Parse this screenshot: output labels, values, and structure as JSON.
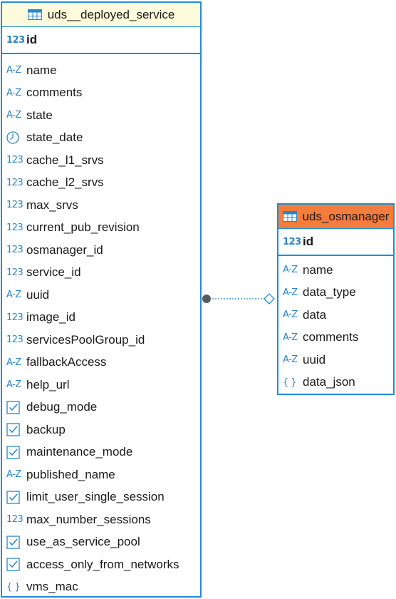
{
  "entities": {
    "deployed_service": {
      "title": "uds__deployed_service",
      "header_color": "#fdfbdb",
      "pk": {
        "icon": "numeric-icon",
        "icon_text": "123",
        "name": "id"
      },
      "columns": [
        {
          "icon": "text-icon",
          "icon_text": "A-Z",
          "name": "name"
        },
        {
          "icon": "text-icon",
          "icon_text": "A-Z",
          "name": "comments"
        },
        {
          "icon": "text-icon",
          "icon_text": "A-Z",
          "name": "state"
        },
        {
          "icon": "clock-icon",
          "icon_text": "",
          "name": "state_date"
        },
        {
          "icon": "numeric-icon",
          "icon_text": "123",
          "name": "cache_l1_srvs"
        },
        {
          "icon": "numeric-icon",
          "icon_text": "123",
          "name": "cache_l2_srvs"
        },
        {
          "icon": "numeric-icon",
          "icon_text": "123",
          "name": "max_srvs"
        },
        {
          "icon": "numeric-icon",
          "icon_text": "123",
          "name": "current_pub_revision"
        },
        {
          "icon": "numeric-icon",
          "icon_text": "123",
          "name": "osmanager_id"
        },
        {
          "icon": "numeric-icon",
          "icon_text": "123",
          "name": "service_id"
        },
        {
          "icon": "text-icon",
          "icon_text": "A-Z",
          "name": "uuid"
        },
        {
          "icon": "numeric-icon",
          "icon_text": "123",
          "name": "image_id"
        },
        {
          "icon": "numeric-icon",
          "icon_text": "123",
          "name": "servicesPoolGroup_id"
        },
        {
          "icon": "text-icon",
          "icon_text": "A-Z",
          "name": "fallbackAccess"
        },
        {
          "icon": "text-icon",
          "icon_text": "A-Z",
          "name": "help_url"
        },
        {
          "icon": "checkbox-icon",
          "icon_text": "",
          "name": "debug_mode"
        },
        {
          "icon": "checkbox-icon",
          "icon_text": "",
          "name": "backup"
        },
        {
          "icon": "checkbox-icon",
          "icon_text": "",
          "name": "maintenance_mode"
        },
        {
          "icon": "text-icon",
          "icon_text": "A-Z",
          "name": "published_name"
        },
        {
          "icon": "checkbox-icon",
          "icon_text": "",
          "name": "limit_user_single_session"
        },
        {
          "icon": "numeric-icon",
          "icon_text": "123",
          "name": "max_number_sessions"
        },
        {
          "icon": "checkbox-icon",
          "icon_text": "",
          "name": "use_as_service_pool"
        },
        {
          "icon": "checkbox-icon",
          "icon_text": "",
          "name": "access_only_from_networks"
        },
        {
          "icon": "braces-icon",
          "icon_text": "{ }",
          "name": "vms_mac"
        }
      ]
    },
    "osmanager": {
      "title": "uds_osmanager",
      "header_color": "#f47c3c",
      "pk": {
        "icon": "numeric-icon",
        "icon_text": "123",
        "name": "id"
      },
      "columns": [
        {
          "icon": "text-icon",
          "icon_text": "A-Z",
          "name": "name"
        },
        {
          "icon": "text-icon",
          "icon_text": "A-Z",
          "name": "data_type"
        },
        {
          "icon": "text-icon",
          "icon_text": "A-Z",
          "name": "data"
        },
        {
          "icon": "text-icon",
          "icon_text": "A-Z",
          "name": "comments"
        },
        {
          "icon": "text-icon",
          "icon_text": "A-Z",
          "name": "uuid"
        },
        {
          "icon": "braces-icon",
          "icon_text": "{ }",
          "name": "data_json"
        }
      ]
    }
  },
  "relationship": {
    "from": "uds__deployed_service",
    "to": "uds_osmanager",
    "line_color": "#1f8ed6",
    "start_marker": "filled-circle",
    "end_marker": "hollow-diamond"
  },
  "colors": {
    "border": "#1f8ed6",
    "icon": "#2a86c9"
  }
}
